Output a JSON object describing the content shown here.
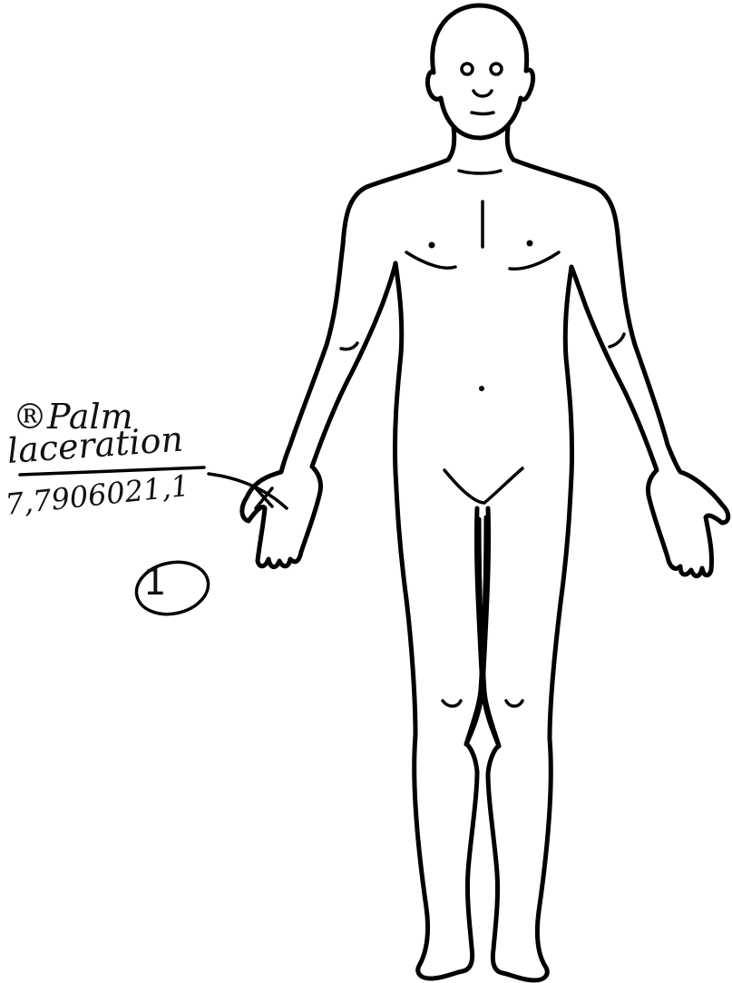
{
  "annotation": {
    "line1": "®Palm",
    "line2": "laceration",
    "line3": "7,7906021,1",
    "circled_number": "1"
  },
  "figure": {
    "icon": "human-body-front-outline-icon",
    "stroke_color": "#000000",
    "background": "#ffffff"
  }
}
